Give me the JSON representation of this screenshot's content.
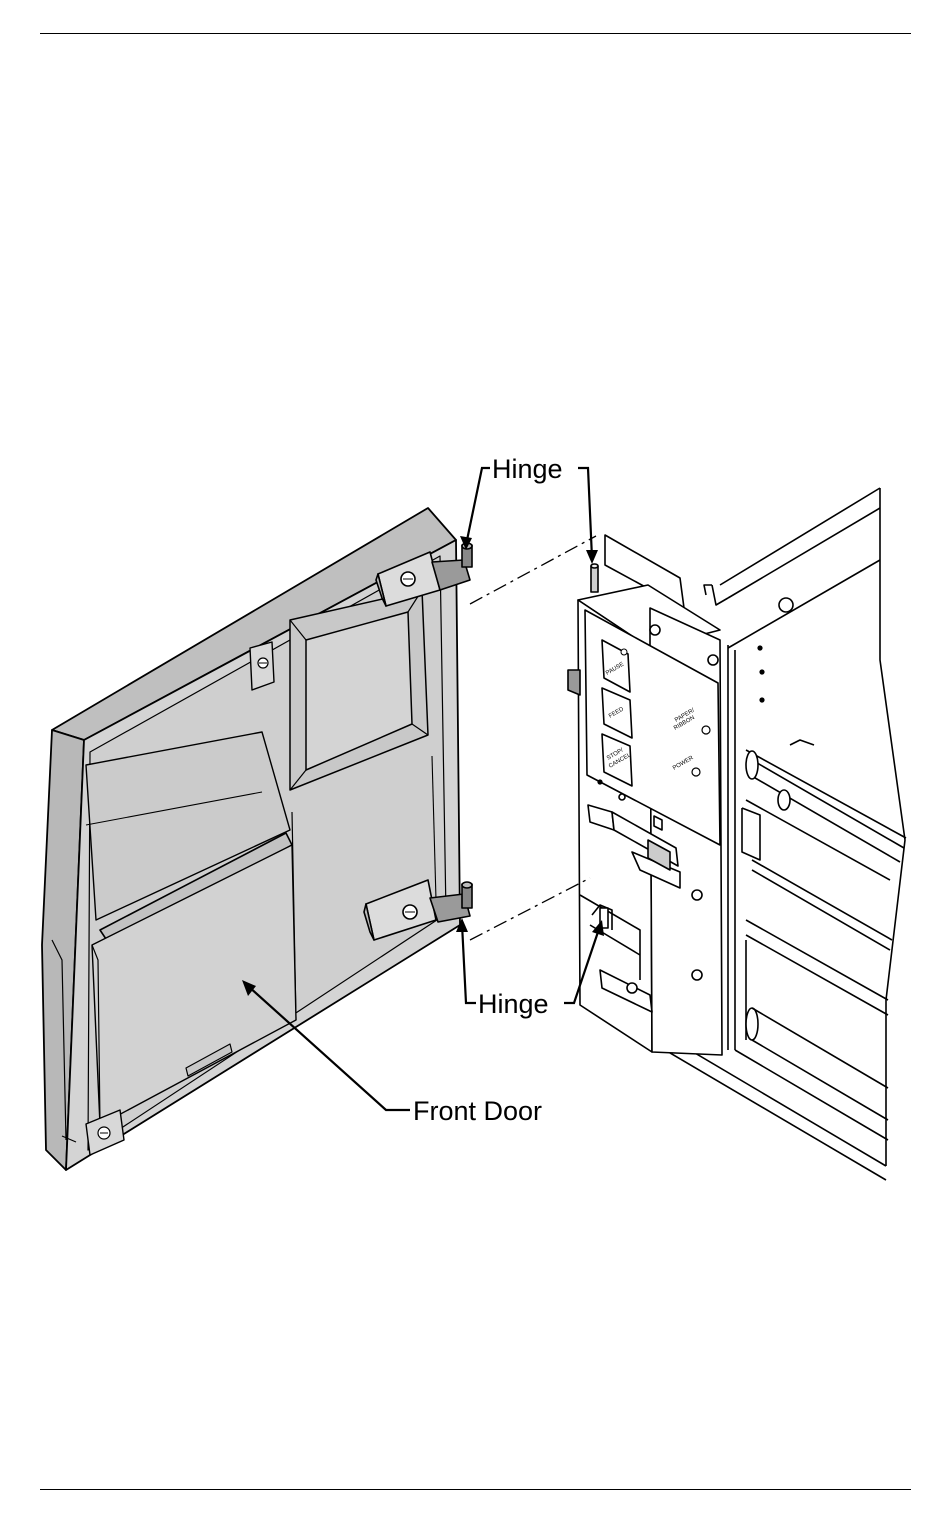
{
  "diagram": {
    "labels": {
      "hinge_top": "Hinge",
      "hinge_bottom": "Hinge",
      "front_door": "Front Door"
    },
    "panel_buttons": {
      "pause": "PAUSE",
      "feed": "FEED",
      "stop_cancel_1": "STOP/",
      "stop_cancel_2": "CANCEL"
    },
    "panel_indicators": {
      "paper_ribbon_1": "PAPER/",
      "paper_ribbon_2": "RIBBON",
      "power": "POWER"
    },
    "colors": {
      "door_fill": "#d4d4d4",
      "door_edge": "#bfbfbf",
      "line": "#000000",
      "background": "#ffffff"
    }
  }
}
